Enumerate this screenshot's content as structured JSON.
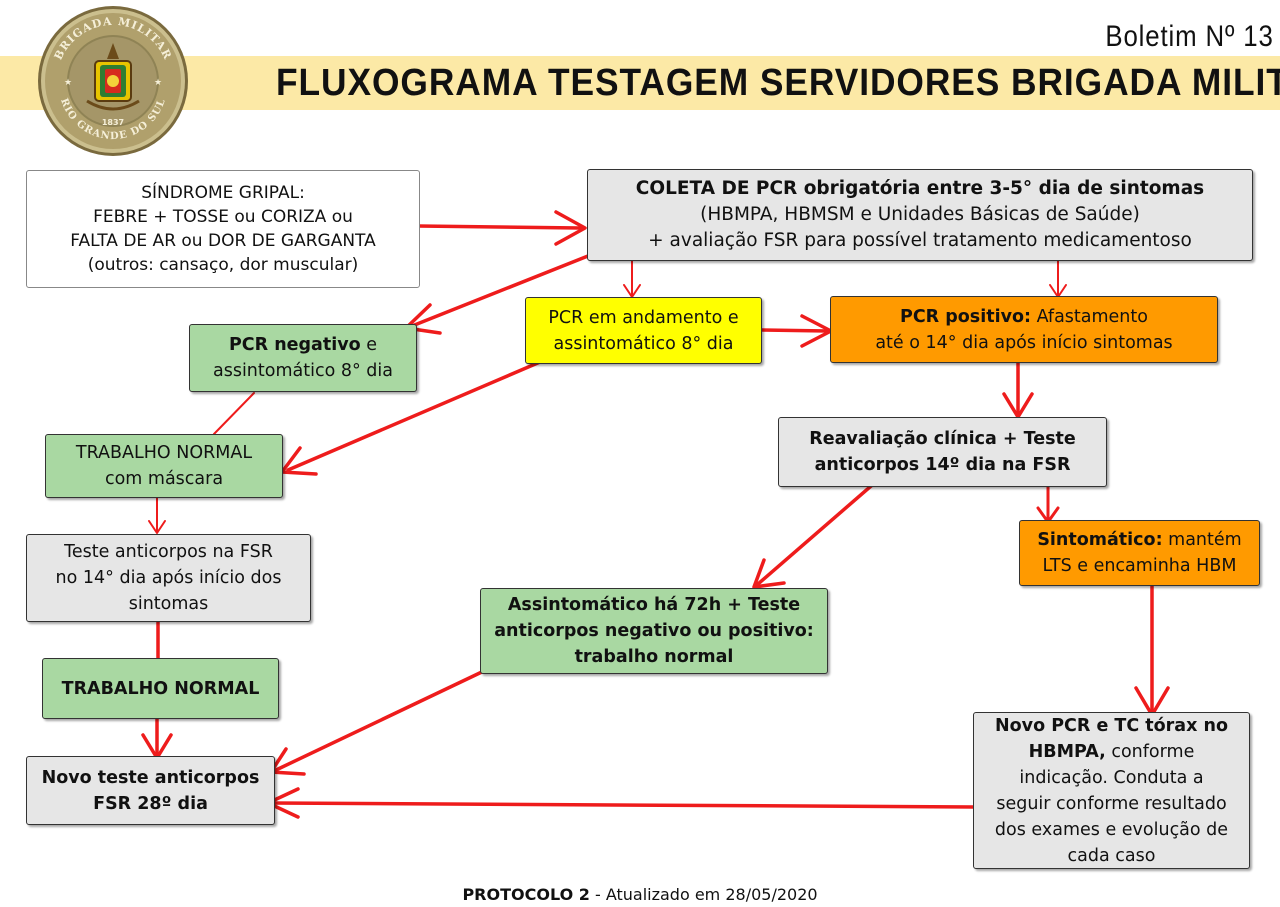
{
  "header": {
    "title": "FLUXOGRAMA TESTAGEM SERVIDORES BRIGADA MILITAR",
    "bulletin": "Boletim Nº 13",
    "logo_text_top": "BRIGADA MILITAR",
    "logo_text_bottom": "RIO GRANDE DO SUL",
    "logo_year": "1837"
  },
  "boxes": {
    "sindrome": {
      "l1": "SÍNDROME GRIPAL:",
      "l2": "FEBRE + TOSSE ou CORIZA ou",
      "l3": "FALTA DE AR ou DOR DE GARGANTA",
      "l4": "(outros: cansaço, dor muscular)"
    },
    "coleta": {
      "l1": "COLETA DE PCR obrigatória entre 3-5° dia de sintomas",
      "l2": "(HBMPA, HBMSM e Unidades Básicas de Saúde)",
      "l3": "+ avaliação FSR para possível tratamento medicamentoso"
    },
    "negativo": {
      "bold": "PCR negativo",
      "l1_rest": " e",
      "l2": "assintomático 8° dia"
    },
    "andamento": {
      "l1": "PCR em andamento e",
      "l2": "assintomático 8° dia"
    },
    "positivo": {
      "bold": "PCR positivo:",
      "l1_rest": " Afastamento",
      "l2": "até o 14° dia após início sintomas"
    },
    "trabalho_mascara": {
      "l1": "TRABALHO NORMAL",
      "l2": "com máscara"
    },
    "reavaliacao": {
      "l1": "Reavaliação clínica  + Teste",
      "l2": "anticorpos 14º dia na FSR"
    },
    "sintomatico": {
      "bold": "Sintomático:",
      "l1_rest": " mantém",
      "l2": "LTS e encaminha HBM"
    },
    "teste_anticorpos": {
      "l1": "Teste anticorpos na FSR",
      "l2": "no 14° dia após início dos",
      "l3": "sintomas"
    },
    "assintomatico72": {
      "l1": "Assintomático há 72h + Teste",
      "l2": "anticorpos negativo ou positivo:",
      "l3": "trabalho normal"
    },
    "trabalho_normal": {
      "l1": "TRABALHO NORMAL"
    },
    "novo_pcr": {
      "l1": "Novo PCR e TC tórax no",
      "l2_bold": "HBMPA,",
      "l2_rest": " conforme",
      "l3": "indicação. Conduta a",
      "l4": "seguir conforme resultado",
      "l5": "dos exames e evolução de",
      "l6": "cada caso"
    },
    "novo_teste": {
      "l1": "Novo teste anticorpos",
      "l2": "FSR 28º dia"
    }
  },
  "footer": {
    "bold": "PROTOCOLO 2",
    "rest": " - Atualizado em 28/05/2020"
  },
  "colors": {
    "banner": "#fce9a6",
    "arrow": "#ee1c1c",
    "green": "#a9d8a2",
    "yellow": "#ffff00",
    "orange": "#ff9a00",
    "gray": "#e6e6e6"
  }
}
